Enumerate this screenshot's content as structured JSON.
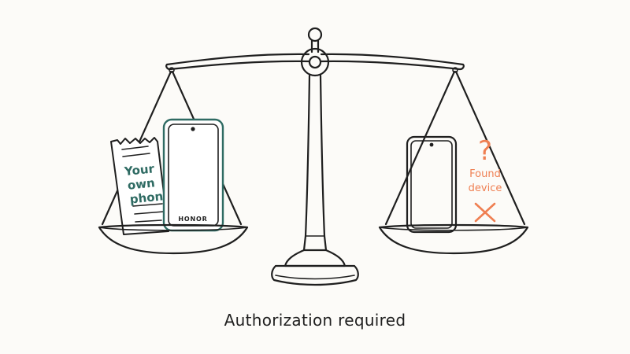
{
  "receipt": {
    "lines": [
      "Your",
      "own",
      "phone"
    ]
  },
  "left_phone": {
    "brand": "HONOR"
  },
  "right_label": {
    "question_mark": "?",
    "lines": [
      "Found",
      "device"
    ],
    "mark": "✕"
  },
  "caption": "Authorization required",
  "colors": {
    "ink": "#1f1f1f",
    "teal": "#2f6b63",
    "orange": "#ef7f52",
    "background": "#fcfbf8"
  }
}
